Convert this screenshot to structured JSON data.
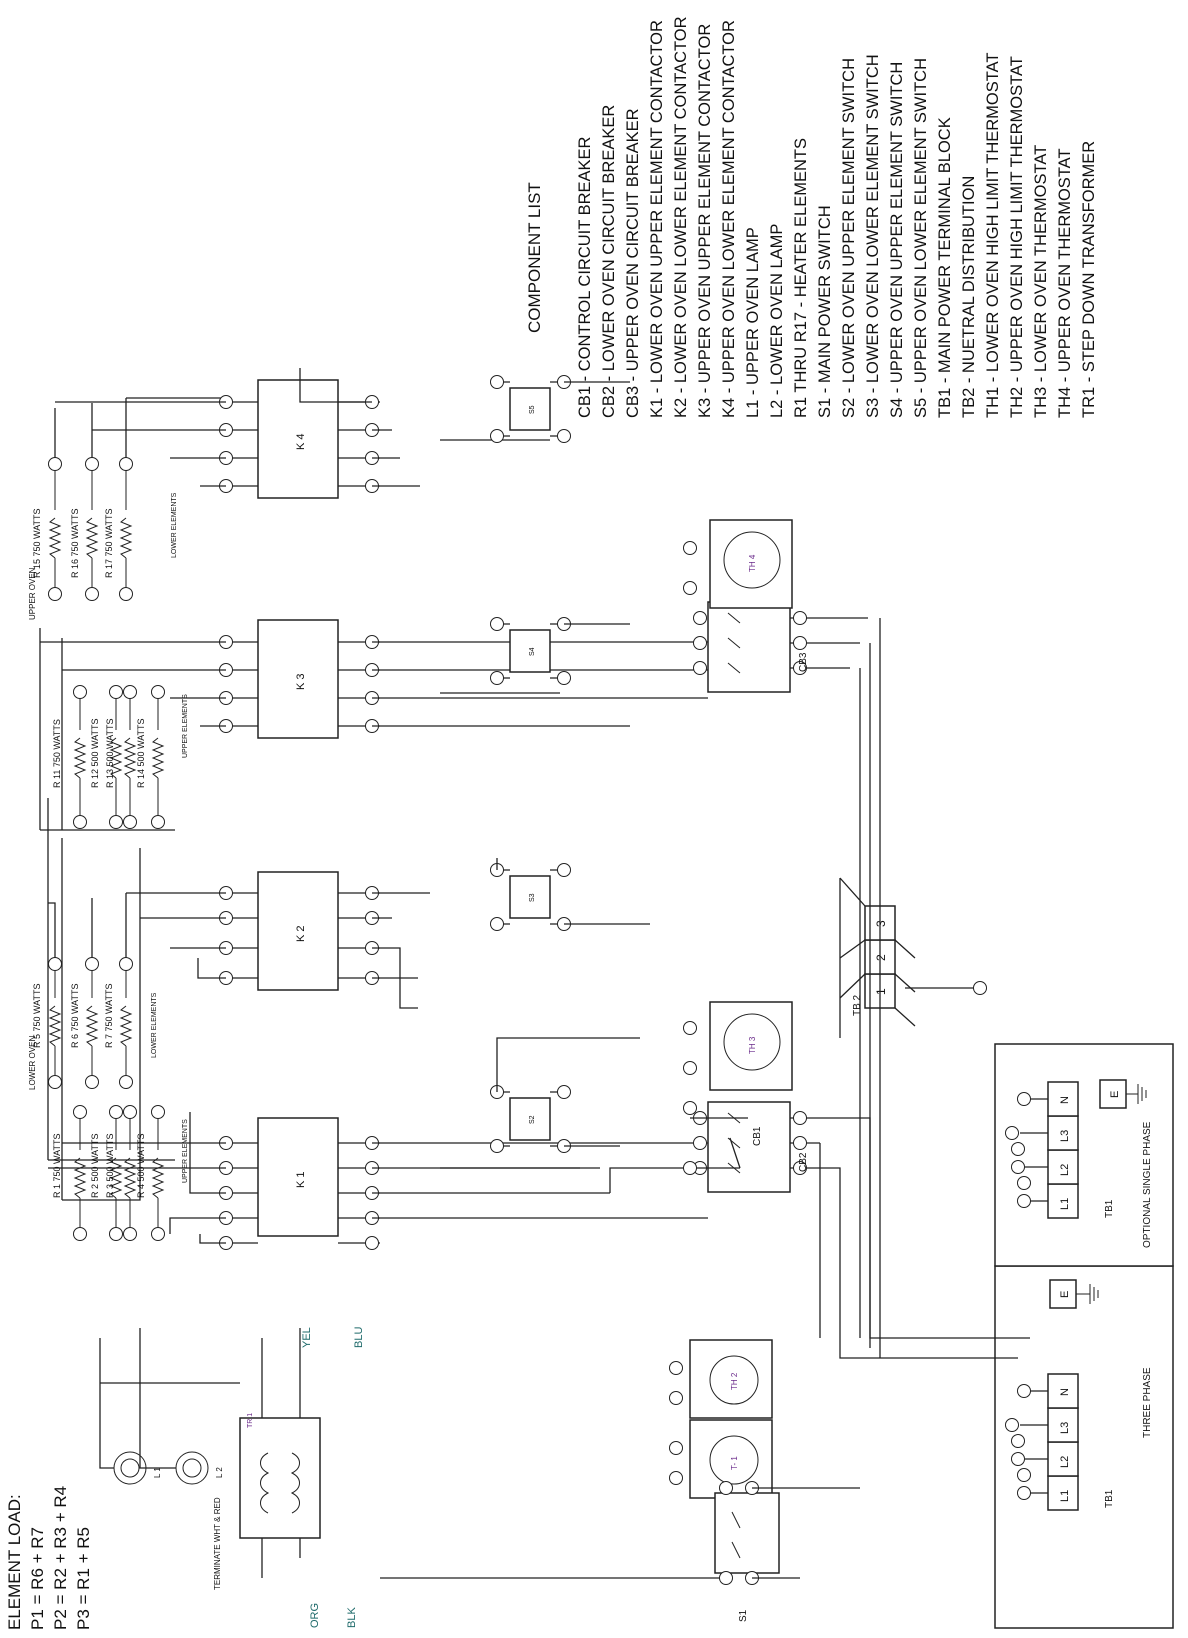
{
  "sheet": {
    "component_list_title": "COMPONENT LIST",
    "components": [
      "CB1 - CONTROL CIRCUIT BREAKER",
      "CB2 - LOWER OVEN CIRCUIT BREAKER",
      "CB3 - UPPER OVEN CIRCUIT BREAKER",
      "K1 - LOWER OVEN UPPER ELEMENT CONTACTOR",
      "K2 - LOWER OVEN LOWER ELEMENT CONTACTOR",
      "K3 - UPPER OVEN UPPER ELEMENT CONTACTOR",
      "K4 - UPPER OVEN LOWER ELEMENT CONTACTOR",
      "L1 - UPPER OVEN LAMP",
      "L2 - LOWER OVEN LAMP",
      "R1 THRU R17 - HEATER ELEMENTS",
      "S1 - MAIN POWER SWITCH",
      "S2 - LOWER OVEN UPPER ELEMENT SWITCH",
      "S3 - LOWER OVEN LOWER ELEMENT SWITCH",
      "S4 - UPPER OVEN UPPER ELEMENT SWITCH",
      "S5 - UPPER OVEN LOWER ELEMENT SWITCH",
      "TB1 - MAIN POWER TERMINAL BLOCK",
      "TB2 - NUETRAL DISTRIBUTION",
      "TH1 - LOWER OVEN HIGH LIMIT THERMOSTAT",
      "TH2 - UPPER OVEN HIGH LIMIT THERMOSTAT",
      "TH3 - LOWER OVEN THERMOSTAT",
      "TH4 - UPPER OVEN THERMOSTAT",
      "TR1 - STEP DOWN TRANSFORMER"
    ],
    "element_load": {
      "title": "ELEMENT LOAD:",
      "lines": [
        "P1 = R6 + R7",
        "P2 = R2 + R3 + R4",
        "P3 = R1 + R5"
      ]
    },
    "sections": {
      "lower_oven": "LOWER OVEN",
      "upper_oven": "UPPER OVEN",
      "upper_elements": "UPPER ELEMENTS",
      "lower_elements": "LOWER ELEMENTS"
    },
    "contactors": [
      "K 1",
      "K 2",
      "K 3",
      "K 4"
    ],
    "thermostats": [
      "TH 3",
      "TH 4",
      "TH 2",
      "T- 1"
    ],
    "breakers": [
      "CB1",
      "CB2",
      "CB3"
    ],
    "switches": [
      "S1",
      "S2",
      "S3",
      "S4",
      "S5"
    ],
    "blocks": {
      "tb1": "TB1",
      "tb2": "TB 2",
      "three_phase": "THREE PHASE",
      "single_phase": "OPTIONAL SINGLE PHASE",
      "terminals": [
        "L1",
        "L2",
        "L3",
        "N"
      ],
      "earth": "E",
      "tb2_terminals": [
        "1",
        "2",
        "3"
      ]
    },
    "transformer": {
      "label": "TR 1",
      "note": "TERMINATE WHT & RED",
      "wires": {
        "yel": "YEL",
        "blu": "BLU",
        "org": "ORG",
        "blk": "BLK"
      }
    },
    "lamps": [
      "L 1",
      "L 2"
    ],
    "resistors": [
      "R 1 750 WATTS",
      "R 2 500 WATTS",
      "R 3 500 WATTS",
      "R 4 500 WATTS",
      "R 5 750 WATTS",
      "R 6 750 WATTS",
      "R 7 750 WATTS",
      "R 11 750 WATTS",
      "R 12 500 WATTS",
      "R 13 500 WATTS",
      "R 14 500 WATTS",
      "R 15 750 WATTS",
      "R 16 750 WATTS",
      "R 17 750 WATTS"
    ],
    "colors": {
      "ink": "#111111",
      "purple": "#6a2a8a",
      "teal": "#1f6b6b"
    }
  }
}
